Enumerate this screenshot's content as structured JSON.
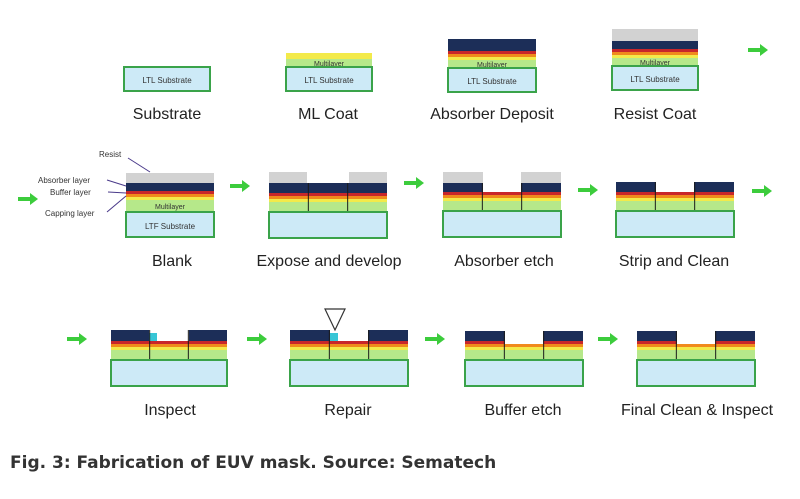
{
  "stages": [
    {
      "id": "substrate",
      "label": "Substrate",
      "layers": [],
      "substrate_text": "LTL Substrate"
    },
    {
      "id": "ml-coat",
      "label": "ML Coat",
      "layers": [
        "multilayer"
      ],
      "substrate_text": "LTL Substrate",
      "multilayer_text": "Multilayer"
    },
    {
      "id": "absorber-deposit",
      "label": "Absorber Deposit",
      "layers": [
        "multilayer",
        "capping",
        "buffer",
        "absorber"
      ],
      "substrate_text": "LTL Substrate",
      "multilayer_text": "Multilayer"
    },
    {
      "id": "resist-coat",
      "label": "Resist Coat",
      "layers": [
        "multilayer",
        "capping",
        "buffer",
        "absorber",
        "resist"
      ],
      "substrate_text": "LTL Substrate",
      "multilayer_text": "Multilayer"
    },
    {
      "id": "blank",
      "label": "Blank",
      "layers": [
        "multilayer",
        "capping",
        "buffer",
        "absorber",
        "resist"
      ],
      "substrate_text": "LTF Substrate",
      "multilayer_text": "Multilayer"
    },
    {
      "id": "expose-develop",
      "label": "Expose and develop",
      "layers": [
        "multilayer",
        "capping",
        "buffer",
        "absorber",
        "resist-patterned"
      ]
    },
    {
      "id": "absorber-etch",
      "label": "Absorber etch",
      "layers": [
        "multilayer",
        "capping",
        "buffer",
        "absorber-patterned",
        "resist-patterned"
      ]
    },
    {
      "id": "strip-clean",
      "label": "Strip and Clean",
      "layers": [
        "multilayer",
        "capping",
        "buffer",
        "absorber-patterned"
      ]
    },
    {
      "id": "inspect",
      "label": "Inspect",
      "layers": [
        "multilayer",
        "capping",
        "buffer",
        "absorber-patterned",
        "defect"
      ]
    },
    {
      "id": "repair",
      "label": "Repair",
      "layers": [
        "multilayer",
        "capping",
        "buffer",
        "absorber-patterned",
        "defect",
        "repair-tip"
      ]
    },
    {
      "id": "buffer-etch",
      "label": "Buffer etch",
      "layers": [
        "multilayer",
        "capping",
        "buffer-patterned",
        "absorber-patterned"
      ]
    },
    {
      "id": "final-clean-inspect",
      "label": "Final Clean & Inspect",
      "layers": [
        "multilayer",
        "capping",
        "buffer-patterned",
        "absorber-patterned"
      ]
    }
  ],
  "annotations": {
    "resist": "Resist",
    "absorber": "Absorber layer",
    "buffer": "Buffer layer",
    "capping": "Capping layer"
  },
  "colors": {
    "substrate_fill": "#cdeaf7",
    "substrate_border": "#3aa34a",
    "multilayer": "#b6e88a",
    "multilayer_yellow": "#f3ea4a",
    "capping": "#f08a1c",
    "buffer": "#c8262a",
    "absorber": "#1c2e58",
    "resist": "#d2d2d2",
    "arrow": "#3ccc3c",
    "defect": "#38c6d6"
  },
  "caption": "Fig. 3: Fabrication of EUV mask. Source: Sematech"
}
